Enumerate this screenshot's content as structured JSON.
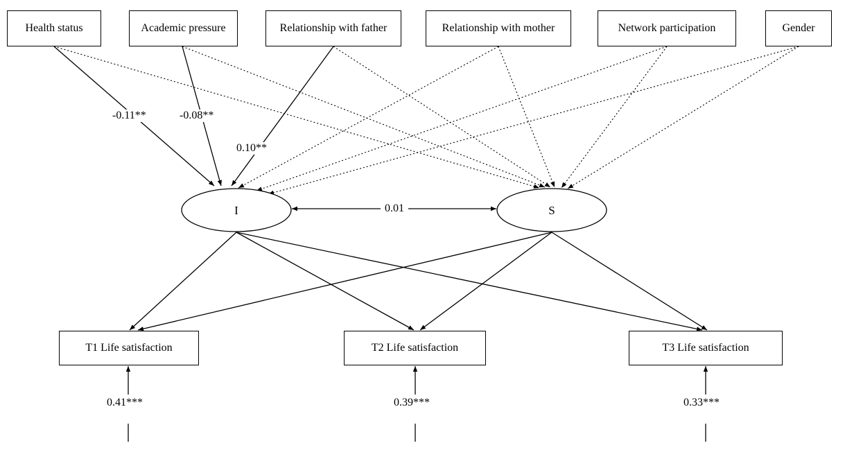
{
  "predictors": {
    "health": "Health status",
    "academic": "Academic pressure",
    "father": "Relationship with father",
    "mother": "Relationship with mother",
    "network": "Network participation",
    "gender": "Gender"
  },
  "latents": {
    "intercept": "I",
    "slope": "S"
  },
  "outcomes": {
    "t1": "T1 Life satisfaction",
    "t2": "T2 Life satisfaction",
    "t3": "T3 Life satisfaction"
  },
  "coefficients": {
    "health_to_i": "-0.11**",
    "academic_to_i": "-0.08**",
    "father_to_i": "0.10**",
    "i_s_covariance": "0.01",
    "t1_residual": "0.41***",
    "t2_residual": "0.39***",
    "t3_residual": "0.33***"
  }
}
